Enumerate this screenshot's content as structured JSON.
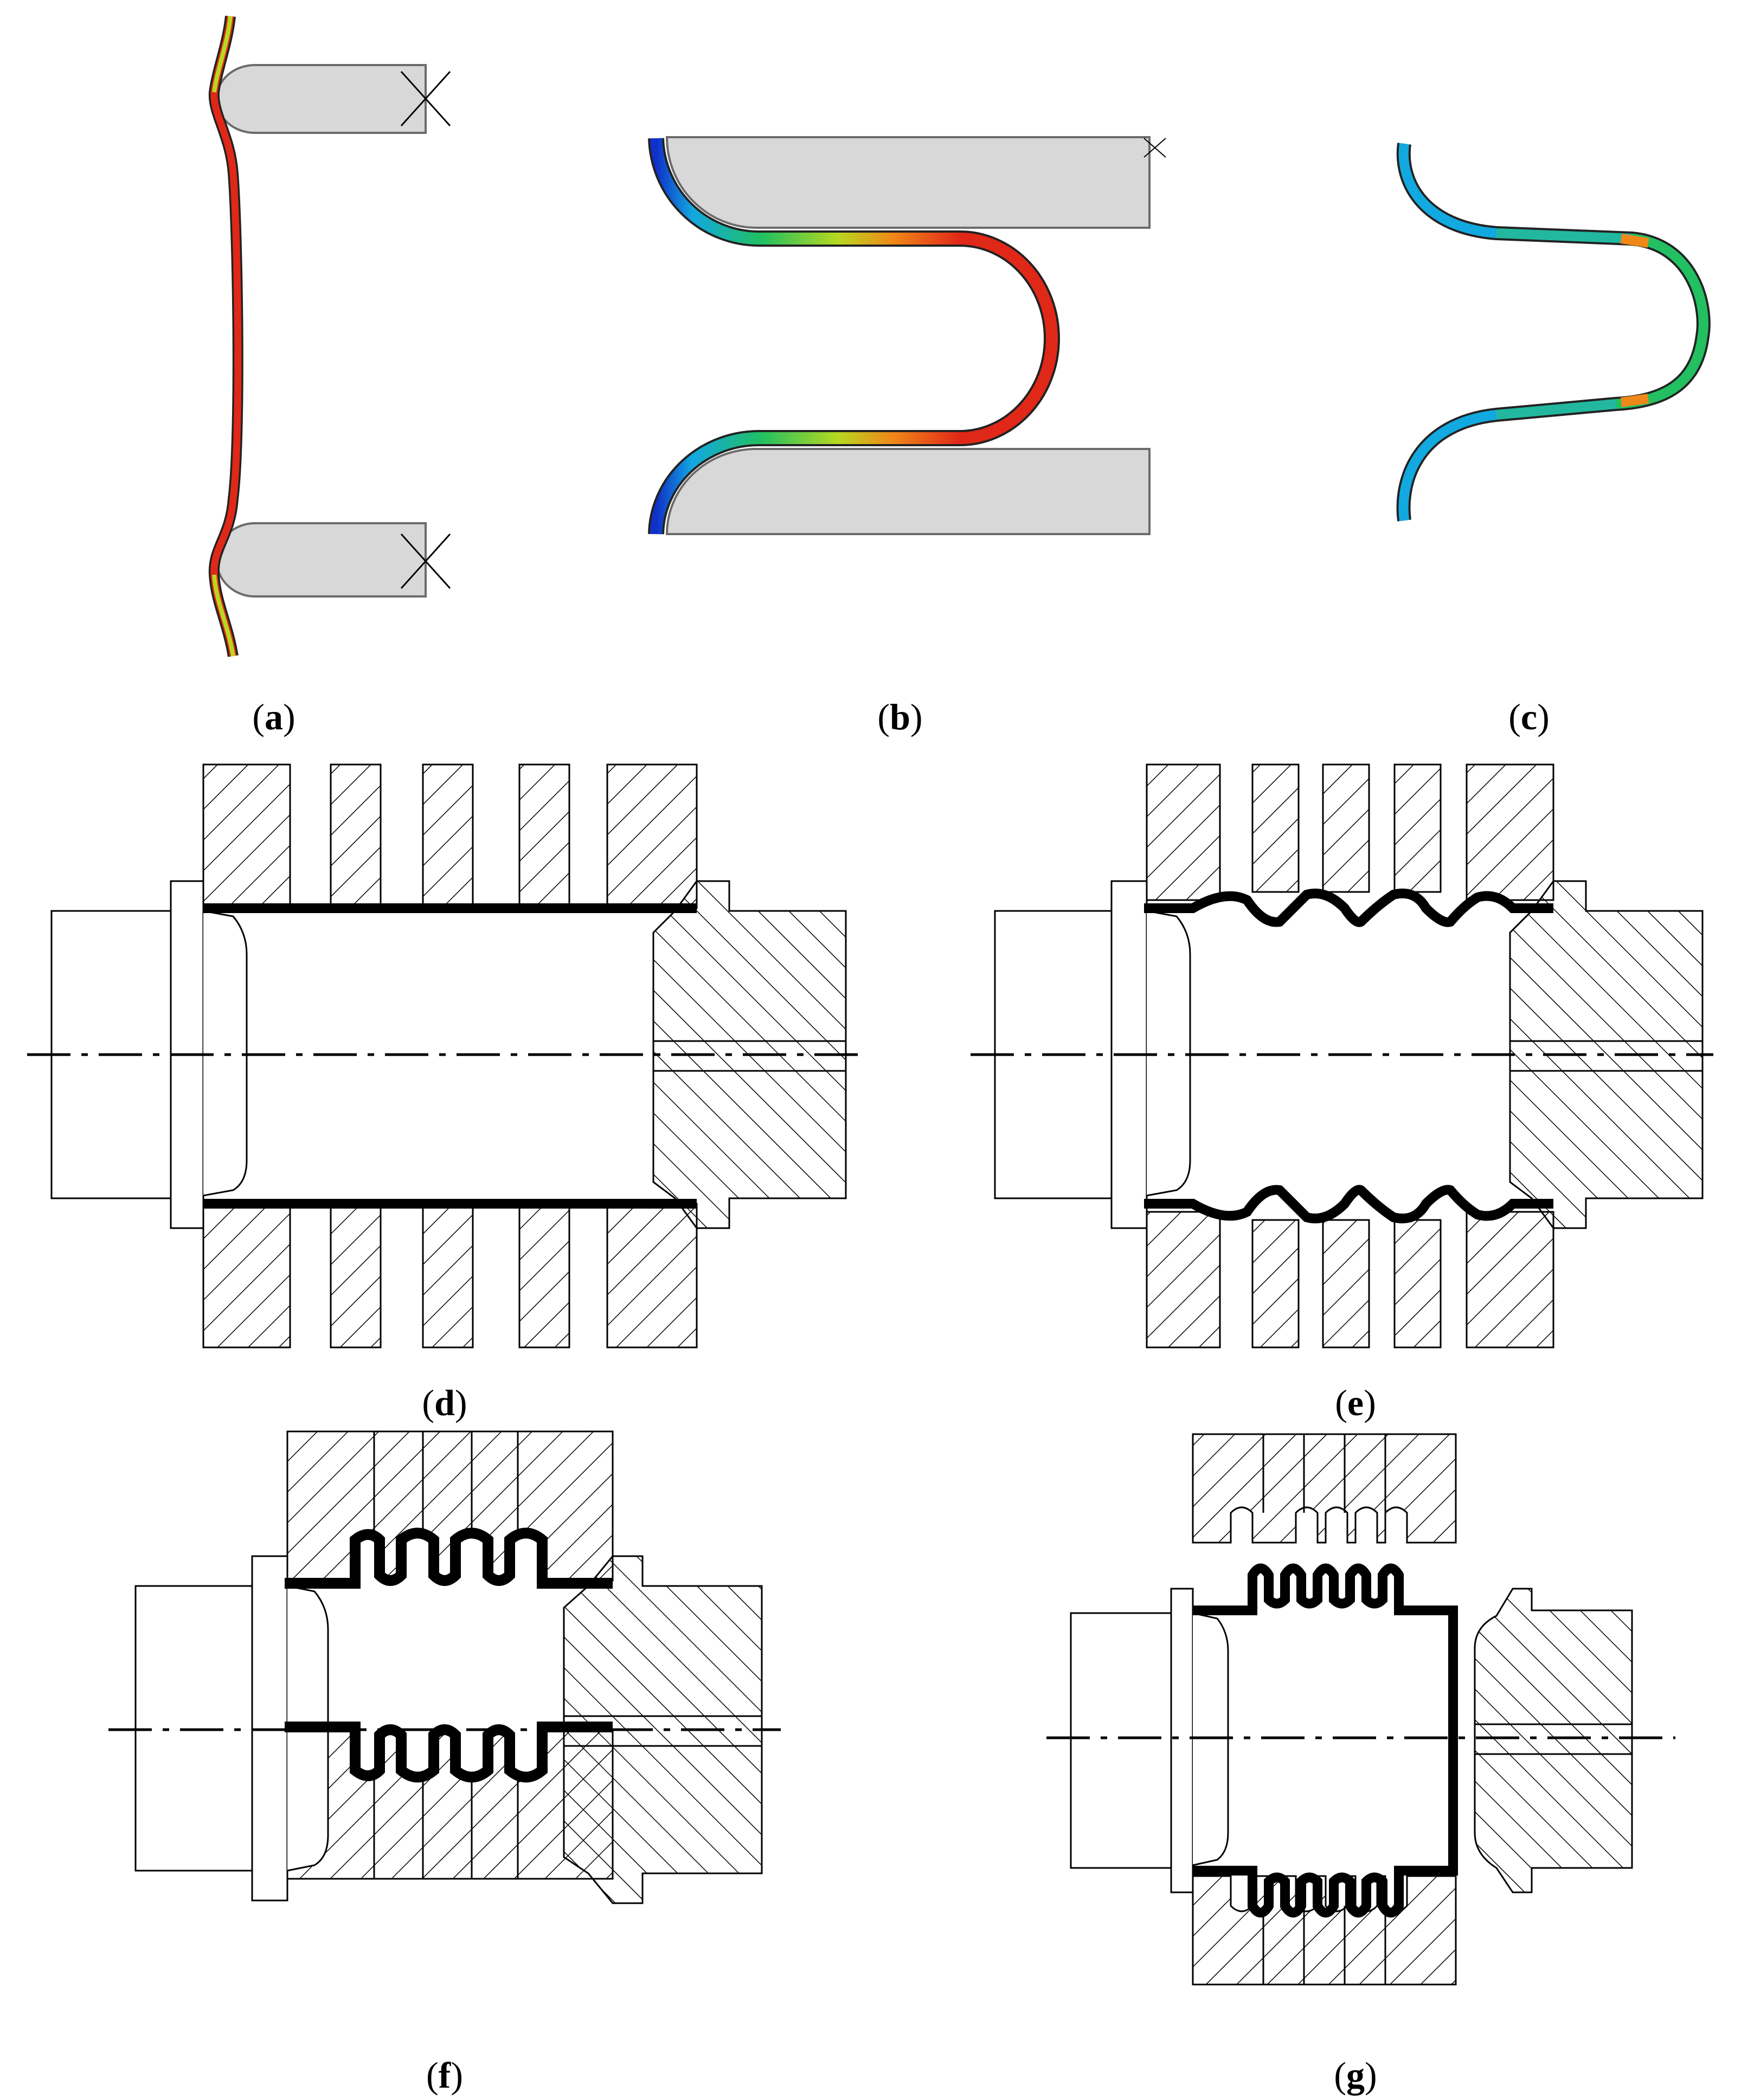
{
  "panels": [
    {
      "id": "a",
      "label": "a"
    },
    {
      "id": "b",
      "label": "b"
    },
    {
      "id": "c",
      "label": "c"
    },
    {
      "id": "d",
      "label": "d"
    },
    {
      "id": "e",
      "label": "e"
    },
    {
      "id": "f",
      "label": "f"
    },
    {
      "id": "g",
      "label": "g"
    }
  ],
  "colors": {
    "die_fill": "#d8d8d8",
    "die_stroke": "#6b6b6b",
    "line": "#000000",
    "tube": "#000000",
    "contour": [
      "#1030c8",
      "#12a8e0",
      "#22c060",
      "#b8d820",
      "#f08818",
      "#e02818"
    ]
  }
}
